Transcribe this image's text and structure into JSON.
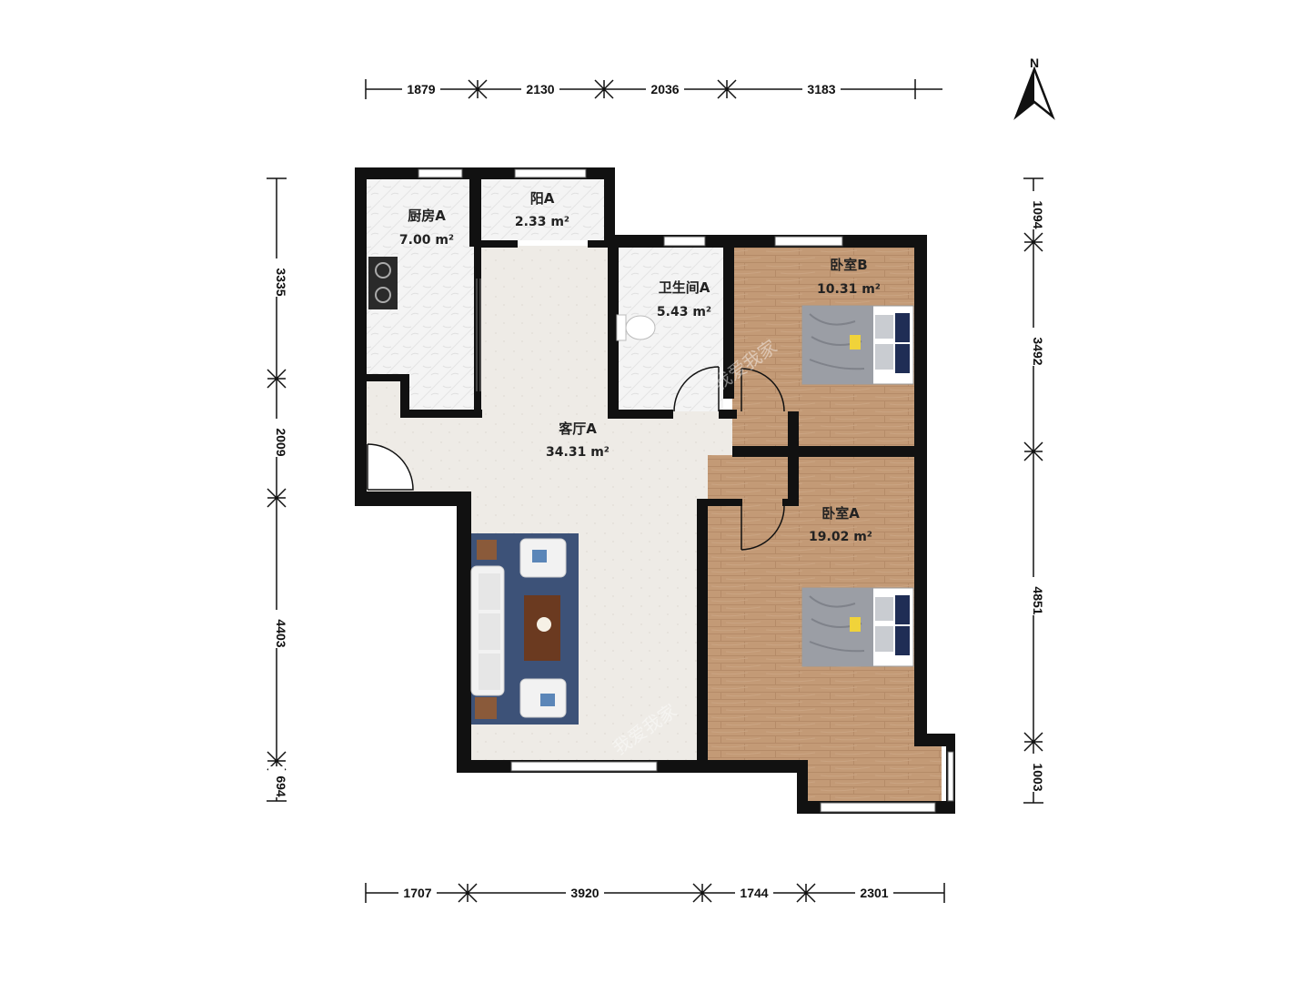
{
  "compass": {
    "label": "N"
  },
  "rooms": [
    {
      "id": "kitchen",
      "name": "厨房A",
      "area": "7.00 m²"
    },
    {
      "id": "balcony",
      "name": "阳A",
      "area": "2.33 m²"
    },
    {
      "id": "bathroom",
      "name": "卫生间A",
      "area": "5.43 m²"
    },
    {
      "id": "bedroom-b",
      "name": "卧室B",
      "area": "10.31 m²"
    },
    {
      "id": "living",
      "name": "客厅A",
      "area": "34.31 m²"
    },
    {
      "id": "bedroom-a",
      "name": "卧室A",
      "area": "19.02 m²"
    }
  ],
  "dimensions": {
    "top": [
      "1879",
      "2130",
      "2036",
      "3183"
    ],
    "bottom": [
      "1707",
      "3920",
      "1744",
      "2301"
    ],
    "left": [
      "3335",
      "2009",
      "4403",
      "694"
    ],
    "right": [
      "1094",
      "3492",
      "4851",
      "1003"
    ]
  },
  "watermark": "我爱我家",
  "colors": {
    "wall": "#111111",
    "tile": "#f3f3f3",
    "floor_light": "#eeebe6",
    "wood": "#c39a76",
    "rug": "#3d5278"
  }
}
